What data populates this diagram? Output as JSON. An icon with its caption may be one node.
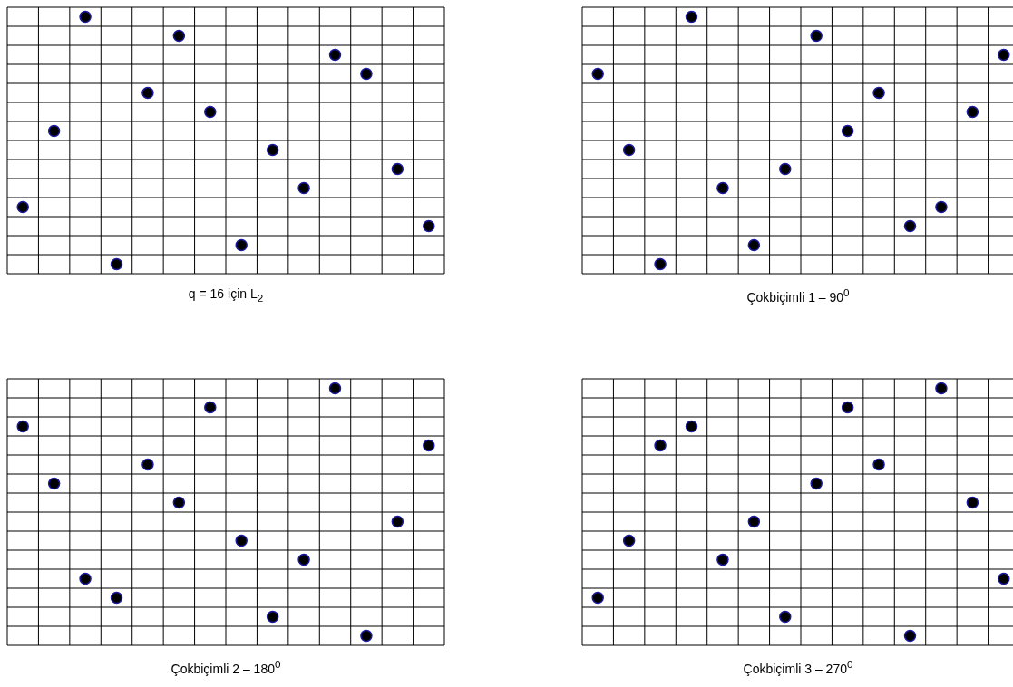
{
  "diagram": {
    "labels": [
      "q = 16 için L$_{2}$",
      "Çokbiçimli 1 – 90$^{0}$",
      "Çokbiçimli 2 – 180$^{0}$",
      "Çokbiçimli 3 – 270$^{0}$"
    ]
  }
}
